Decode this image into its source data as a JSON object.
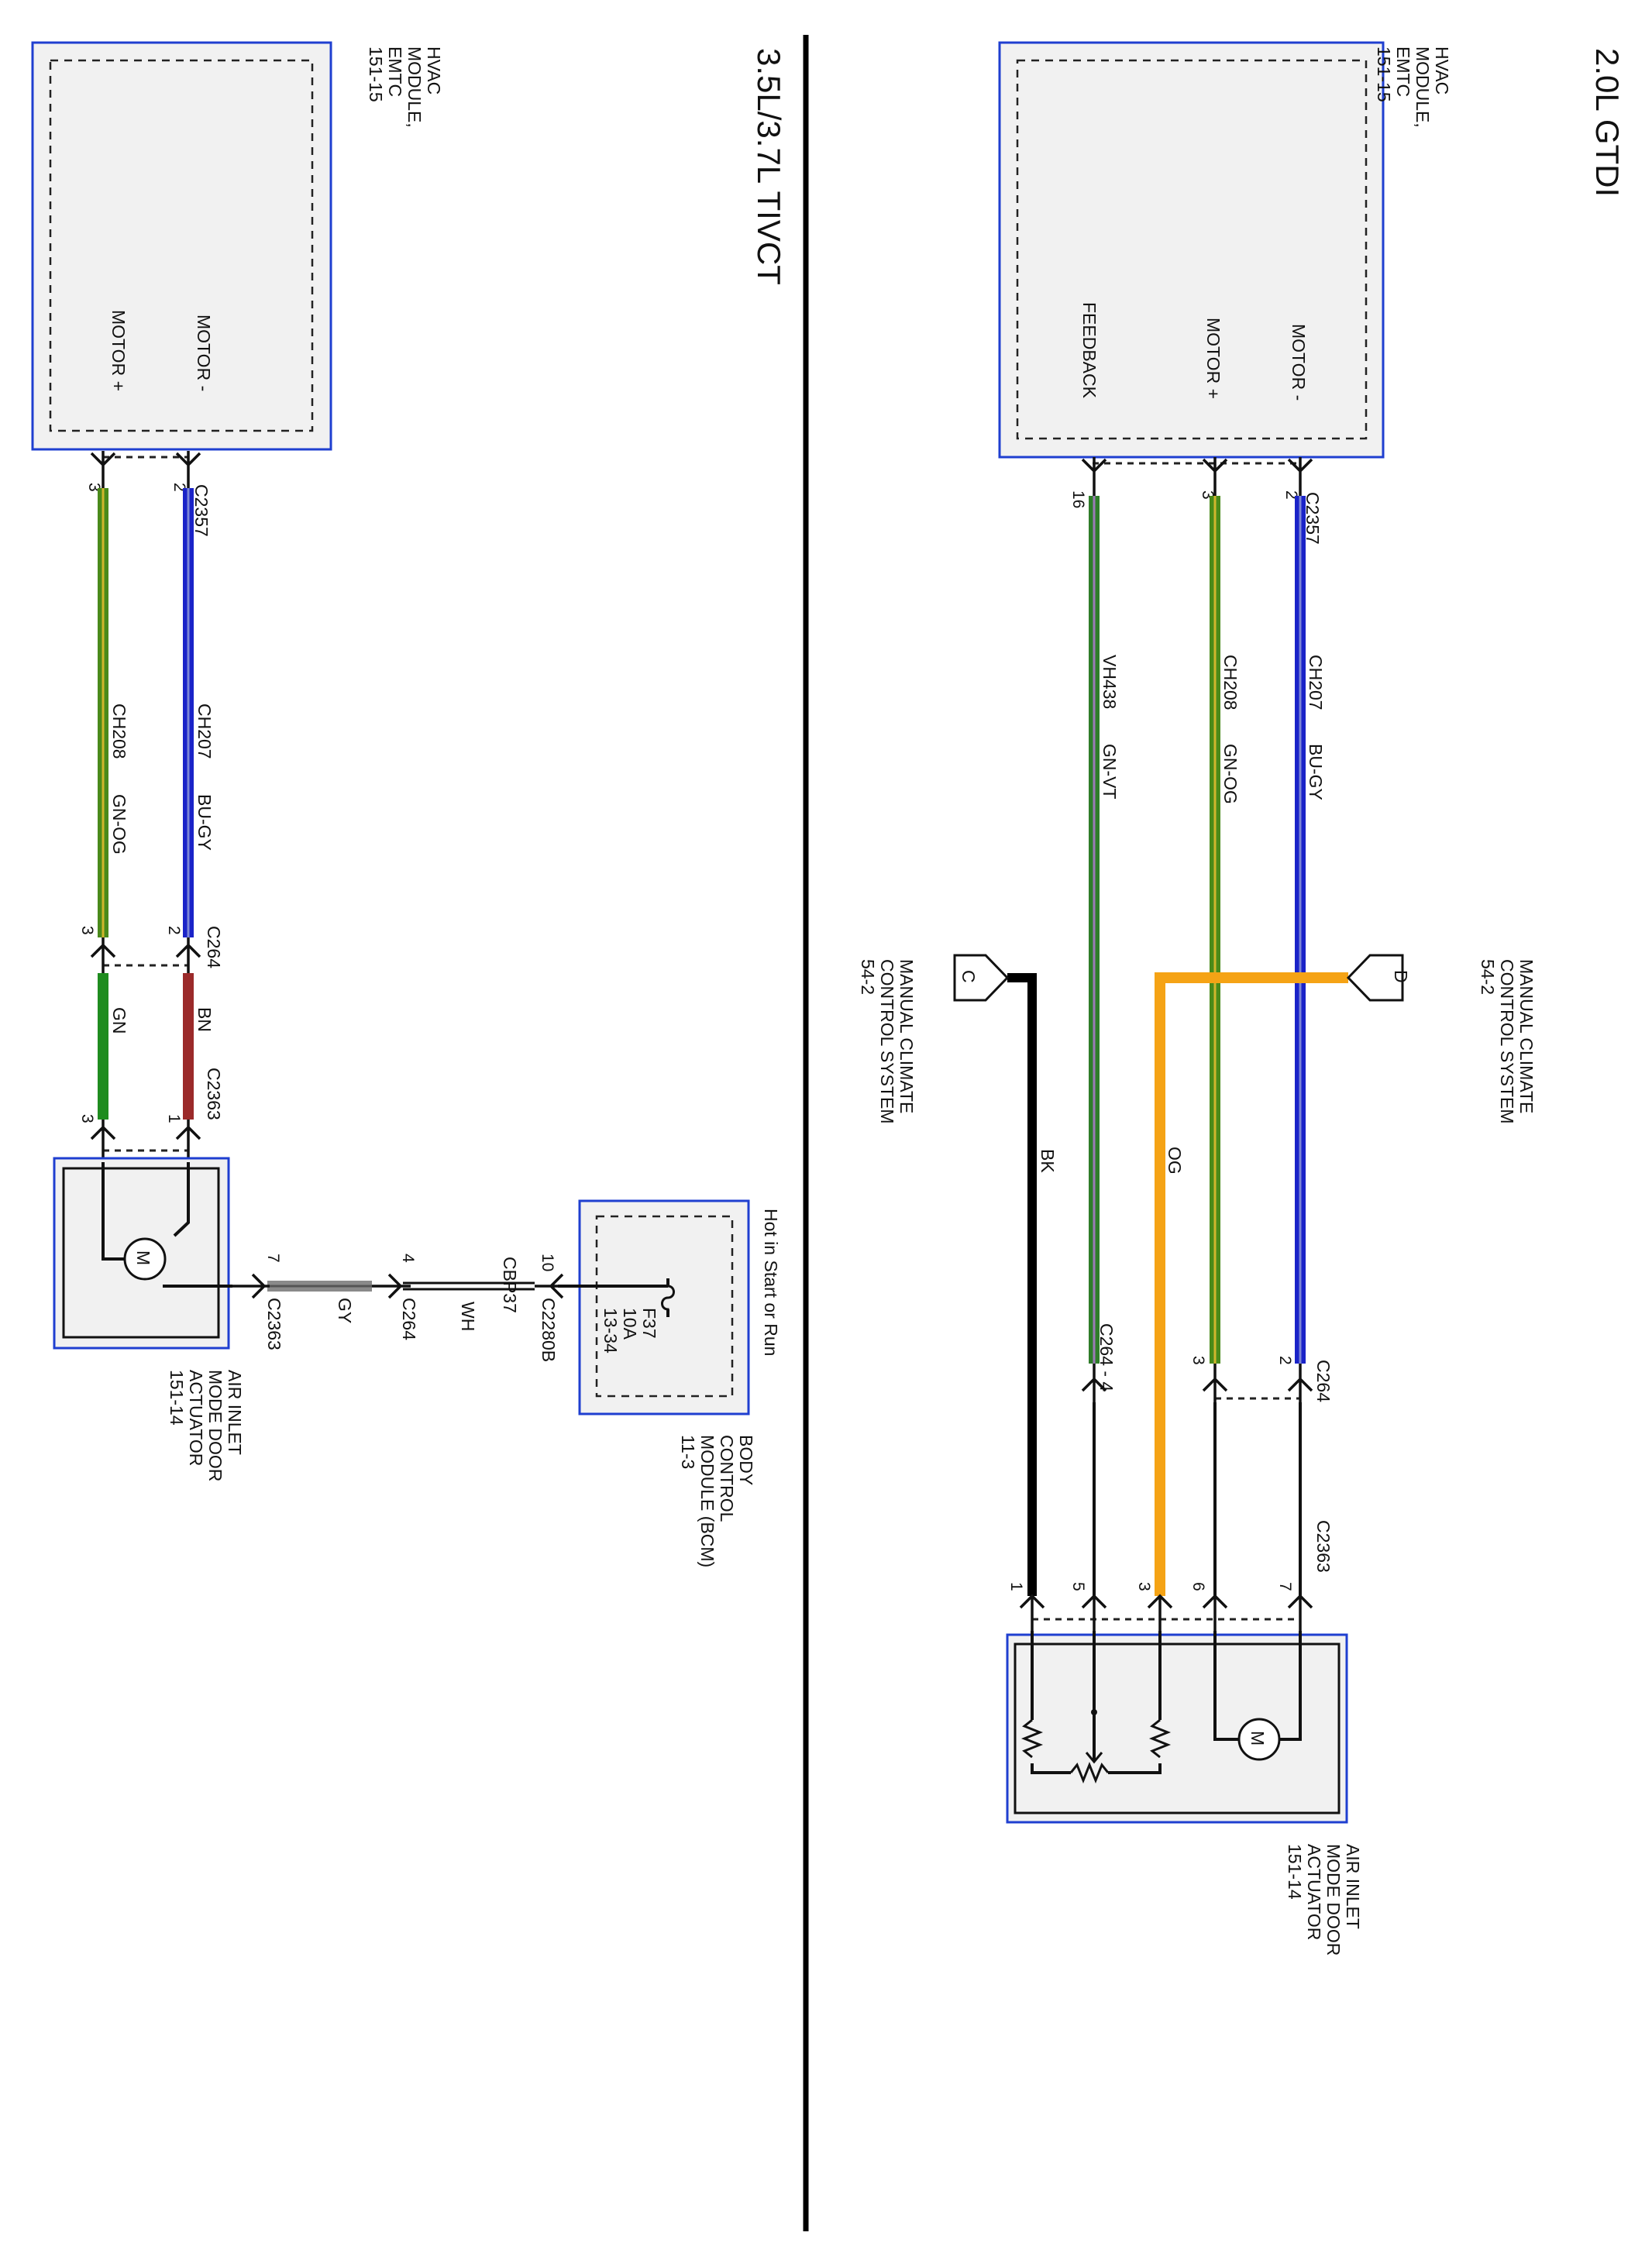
{
  "diagram_a": {
    "title": "2.0L GTDI",
    "hvac_module": {
      "lines": [
        "HVAC",
        "MODULE,",
        "EMTC",
        "151-15"
      ],
      "pins": [
        "MOTOR -",
        "MOTOR +",
        "FEEDBACK"
      ]
    },
    "c2357": {
      "label": "C2357",
      "pins": [
        "2",
        "3",
        "16"
      ]
    },
    "wires": [
      {
        "circuit": "CH207",
        "color_code": "BU-GY",
        "color": "#1a23c8"
      },
      {
        "circuit": "CH208",
        "color_code": "GN-OG",
        "color": "#4a8a1a"
      },
      {
        "circuit": "VH438",
        "color_code": "GN-VT",
        "color": "#2f7d2a"
      }
    ],
    "c264": {
      "label": "C264",
      "pins": [
        "2",
        "3"
      ],
      "single": "C264 - 4"
    },
    "og_wire": {
      "color_code": "OG",
      "color": "#f5a315"
    },
    "bk_wire": {
      "color_code": "BK",
      "color": "#000000"
    },
    "ref_d": {
      "letter": "D",
      "lines": [
        "MANUAL CLIMATE",
        "CONTROL SYSTEM",
        "54-2"
      ]
    },
    "ref_c": {
      "letter": "C",
      "lines": [
        "MANUAL CLIMATE",
        "CONTROL SYSTEM",
        "54-2"
      ]
    },
    "c2363": {
      "label": "C2363",
      "pins": [
        "7",
        "6",
        "3",
        "5",
        "1"
      ]
    },
    "actuator": {
      "lines": [
        "AIR INLET",
        "MODE DOOR",
        "ACTUATOR",
        "151-14"
      ],
      "motor_symbol": "M"
    }
  },
  "diagram_b": {
    "title": "3.5L/3.7L TIVCT",
    "hvac_module": {
      "lines": [
        "HVAC",
        "MODULE,",
        "EMTC",
        "151-15"
      ],
      "pins": [
        "MOTOR -",
        "MOTOR +"
      ]
    },
    "c2357": {
      "label": "C2357",
      "pins": [
        "2",
        "3"
      ]
    },
    "wires": [
      {
        "circuit": "CH207",
        "color_code": "BU-GY",
        "color": "#1a23c8"
      },
      {
        "circuit": "CH208",
        "color_code": "GN-OG",
        "color": "#4a8a1a"
      }
    ],
    "c264": {
      "label": "C264",
      "pins": [
        "2",
        "3"
      ]
    },
    "short_wires": [
      {
        "color_code": "BN",
        "color": "#9b2a2a"
      },
      {
        "color_code": "GN",
        "color": "#1f8c1f"
      }
    ],
    "c2363": {
      "label": "C2363",
      "pins": [
        "1",
        "3"
      ]
    },
    "bcm": {
      "lines": [
        "BODY",
        "CONTROL",
        "MODULE (BCM)",
        "11-3"
      ],
      "hot_text": "Hot in Start or Run",
      "fuse_lines": [
        "F37",
        "10A",
        "13-34"
      ]
    },
    "c2280b": {
      "label": "C2280B",
      "pin": "10"
    },
    "cbp37": {
      "circuit": "CBP37",
      "color_code": "WH"
    },
    "c264_b": {
      "label": "C264",
      "pin": "4"
    },
    "gy_wire": {
      "color_code": "GY",
      "color": "#8a8a8a"
    },
    "c2363_b": {
      "label": "C2363",
      "pin": "7"
    },
    "actuator": {
      "lines": [
        "AIR INLET",
        "MODE DOOR",
        "ACTUATOR",
        "151-14"
      ],
      "motor_symbol": "M"
    }
  }
}
